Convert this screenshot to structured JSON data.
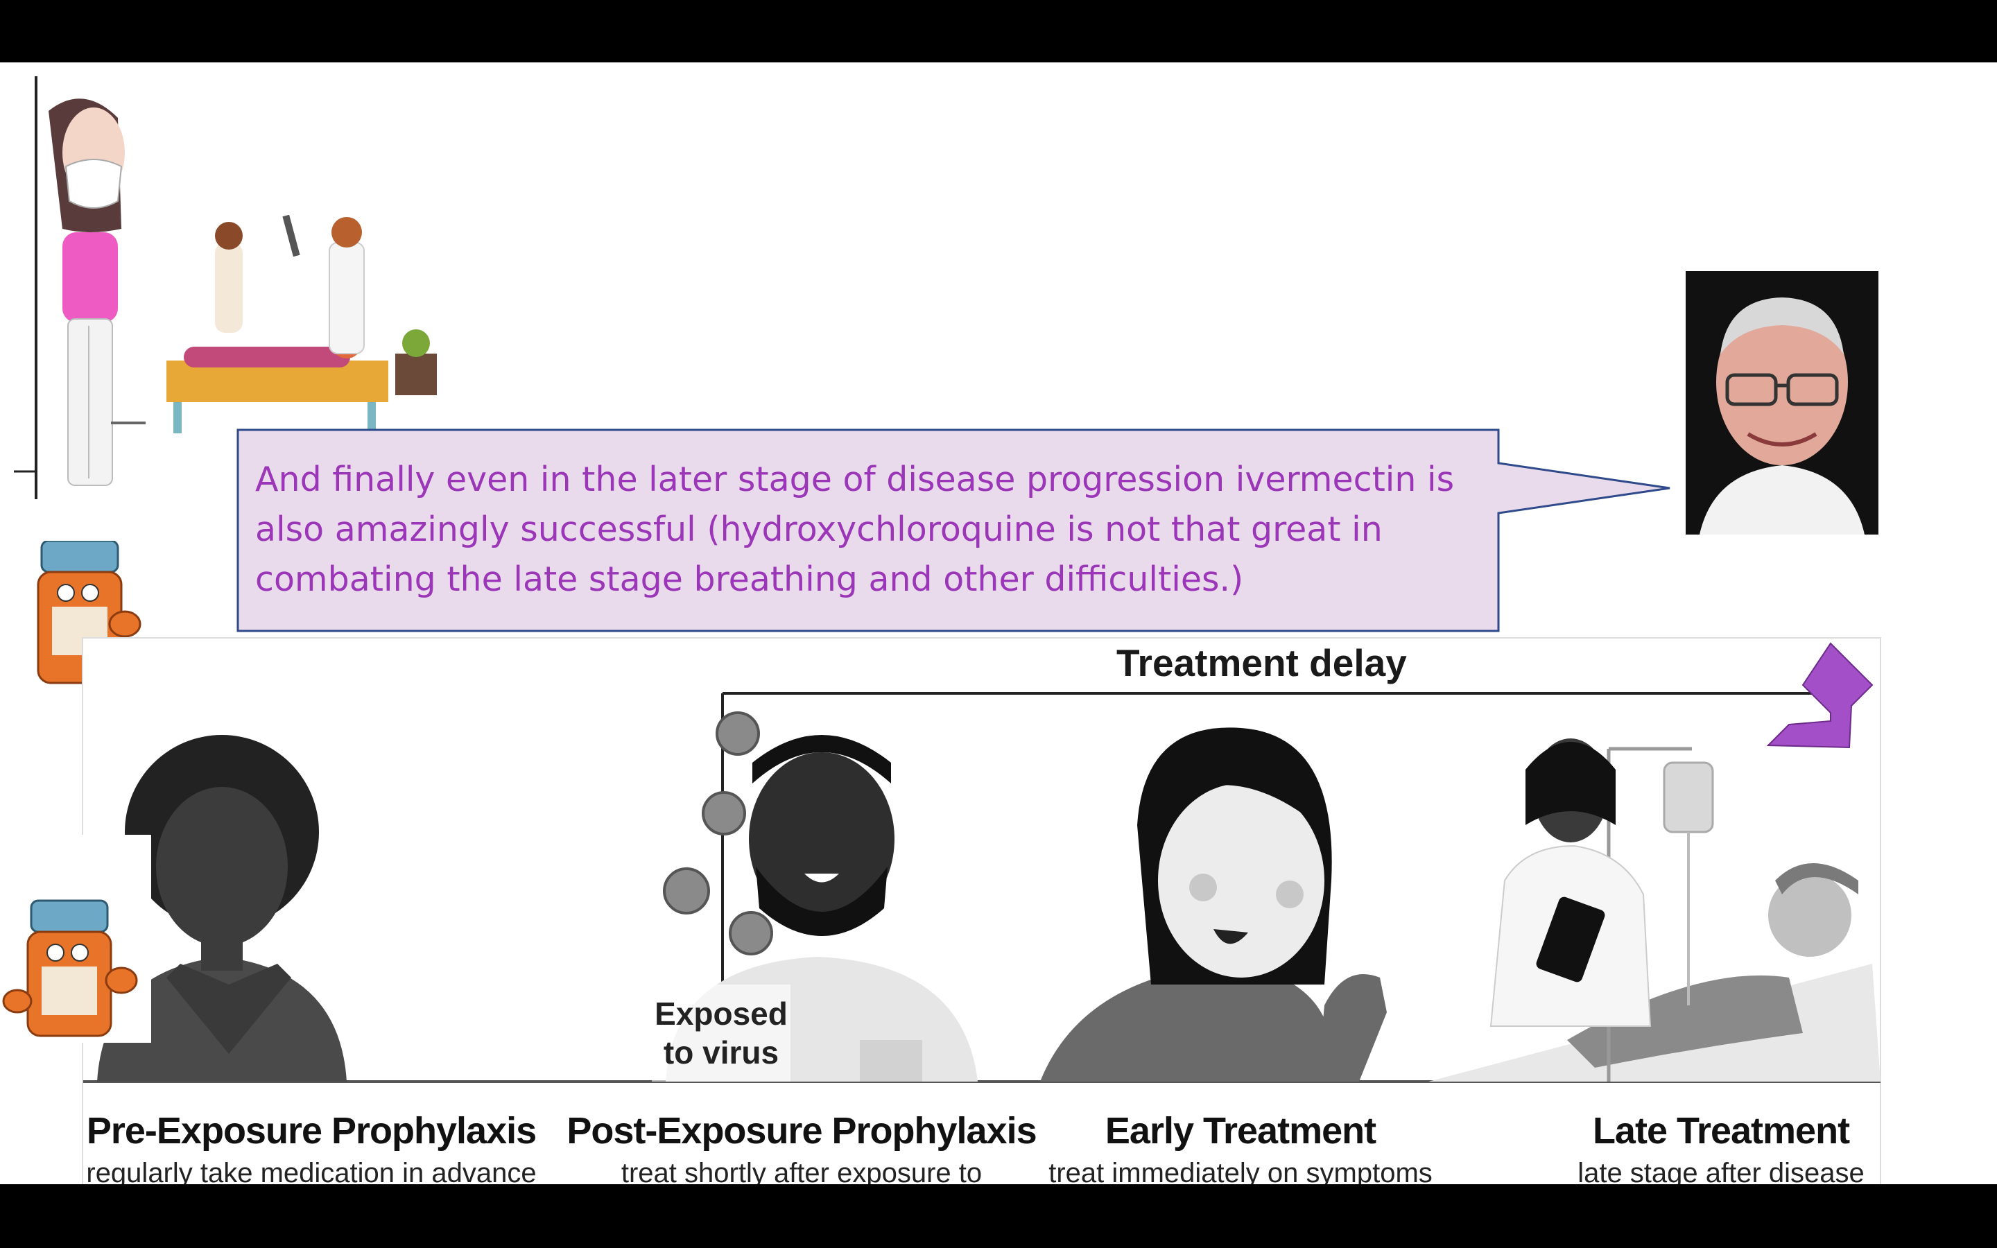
{
  "callout": {
    "text": "And finally even in the later stage of disease progression ivermectin is also amazingly successful (hydroxychloroquine is not that great in combating the late stage breathing and other difficulties.)"
  },
  "panel": {
    "title": "Treatment delay",
    "exposed_label": "Exposed\nto virus",
    "stages": [
      {
        "title": "Pre-Exposure Prophylaxis",
        "desc": "regularly take medication in advance\nto prevent or minimize infections"
      },
      {
        "title": "Post-Exposure Prophylaxis",
        "desc": "treat shortly after exposure to\nminimize infection"
      },
      {
        "title": "Early Treatment",
        "desc": "treat immediately on symptoms\nor shortly thereafter"
      },
      {
        "title": "Late Treatment",
        "desc": "late stage after disease\nhas progressed"
      }
    ]
  },
  "colors": {
    "callout_fill": "#E9DBEC",
    "callout_border": "#2F4A8A",
    "callout_text": "#9B36B8",
    "arrow_purple": "#A24FC8",
    "pill_orange": "#E8742A"
  }
}
